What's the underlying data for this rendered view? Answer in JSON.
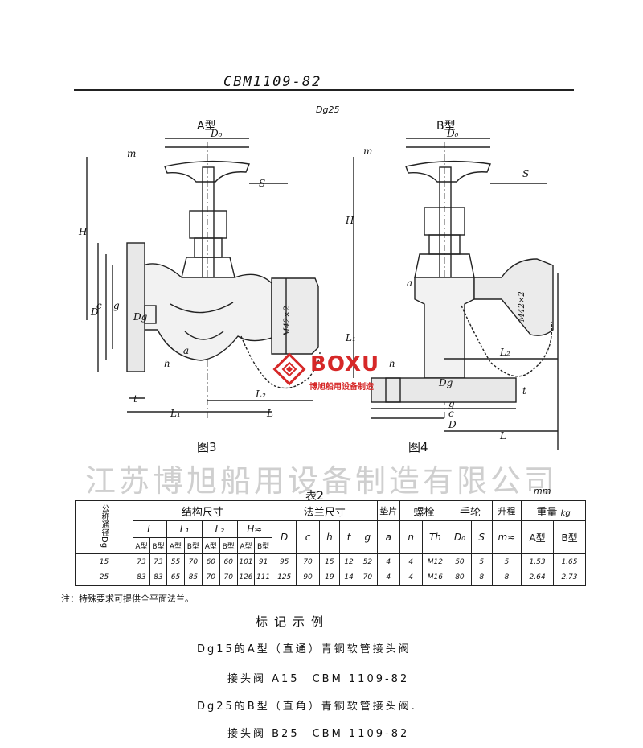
{
  "header": {
    "standard_no": "CBM1109-82",
    "size": "Dg25"
  },
  "figures": [
    {
      "type_label": "A型",
      "caption": "图3",
      "dims": [
        "m",
        "D₀",
        "S",
        "H",
        "D",
        "c",
        "g",
        "M42×2",
        "a",
        "Dg",
        "h",
        "t",
        "L₂",
        "L₁",
        "L"
      ]
    },
    {
      "type_label": "B型",
      "caption": "图4",
      "dims": [
        "m",
        "D₀",
        "S",
        "H",
        "a",
        "M42×2",
        "L₁",
        "h",
        "Dg",
        "L₂",
        "t",
        "g",
        "c",
        "D",
        "L"
      ]
    }
  ],
  "watermark": "江苏博旭船用设备制造有限公司",
  "logo": {
    "text": "BOXU",
    "sub": "博旭船用设备制造"
  },
  "table": {
    "caption": "表2",
    "unit": "mm",
    "weight_unit": "kg",
    "row_head": "公称通径Dg",
    "groups": [
      "结构尺寸",
      "法兰尺寸",
      "垫片",
      "螺栓",
      "手轮",
      "升程",
      "重量"
    ],
    "symbols": [
      "L",
      "L₁",
      "L₂",
      "H≈",
      "D",
      "c",
      "h",
      "t",
      "g",
      "a",
      "n",
      "Th",
      "D₀",
      "S",
      "m≈",
      "A型",
      "B型"
    ],
    "ab": [
      "A型",
      "B型",
      "A型",
      "B型",
      "A型",
      "B型",
      "A型",
      "B型"
    ],
    "rows": [
      [
        "15",
        "73",
        "73",
        "55",
        "70",
        "60",
        "60",
        "101",
        "91",
        "95",
        "70",
        "15",
        "12",
        "52",
        "4",
        "4",
        "M12",
        "50",
        "5",
        "5",
        "1.53",
        "1.65"
      ],
      [
        "25",
        "83",
        "83",
        "65",
        "85",
        "70",
        "70",
        "126",
        "111",
        "125",
        "90",
        "19",
        "14",
        "70",
        "4",
        "4",
        "M16",
        "80",
        "8",
        "8",
        "2.64",
        "2.73"
      ]
    ]
  },
  "note": "注：特殊要求可提供全平面法兰。",
  "example": {
    "heading": "标记示例",
    "lines": [
      "Dg15的A型（直通）青铜软管接头阀",
      "接头阀 A15　CBM 1109-82",
      "Dg25的B型（直角）青铜软管接头阀.",
      "接头阀 B25　CBM 1109-82"
    ]
  }
}
